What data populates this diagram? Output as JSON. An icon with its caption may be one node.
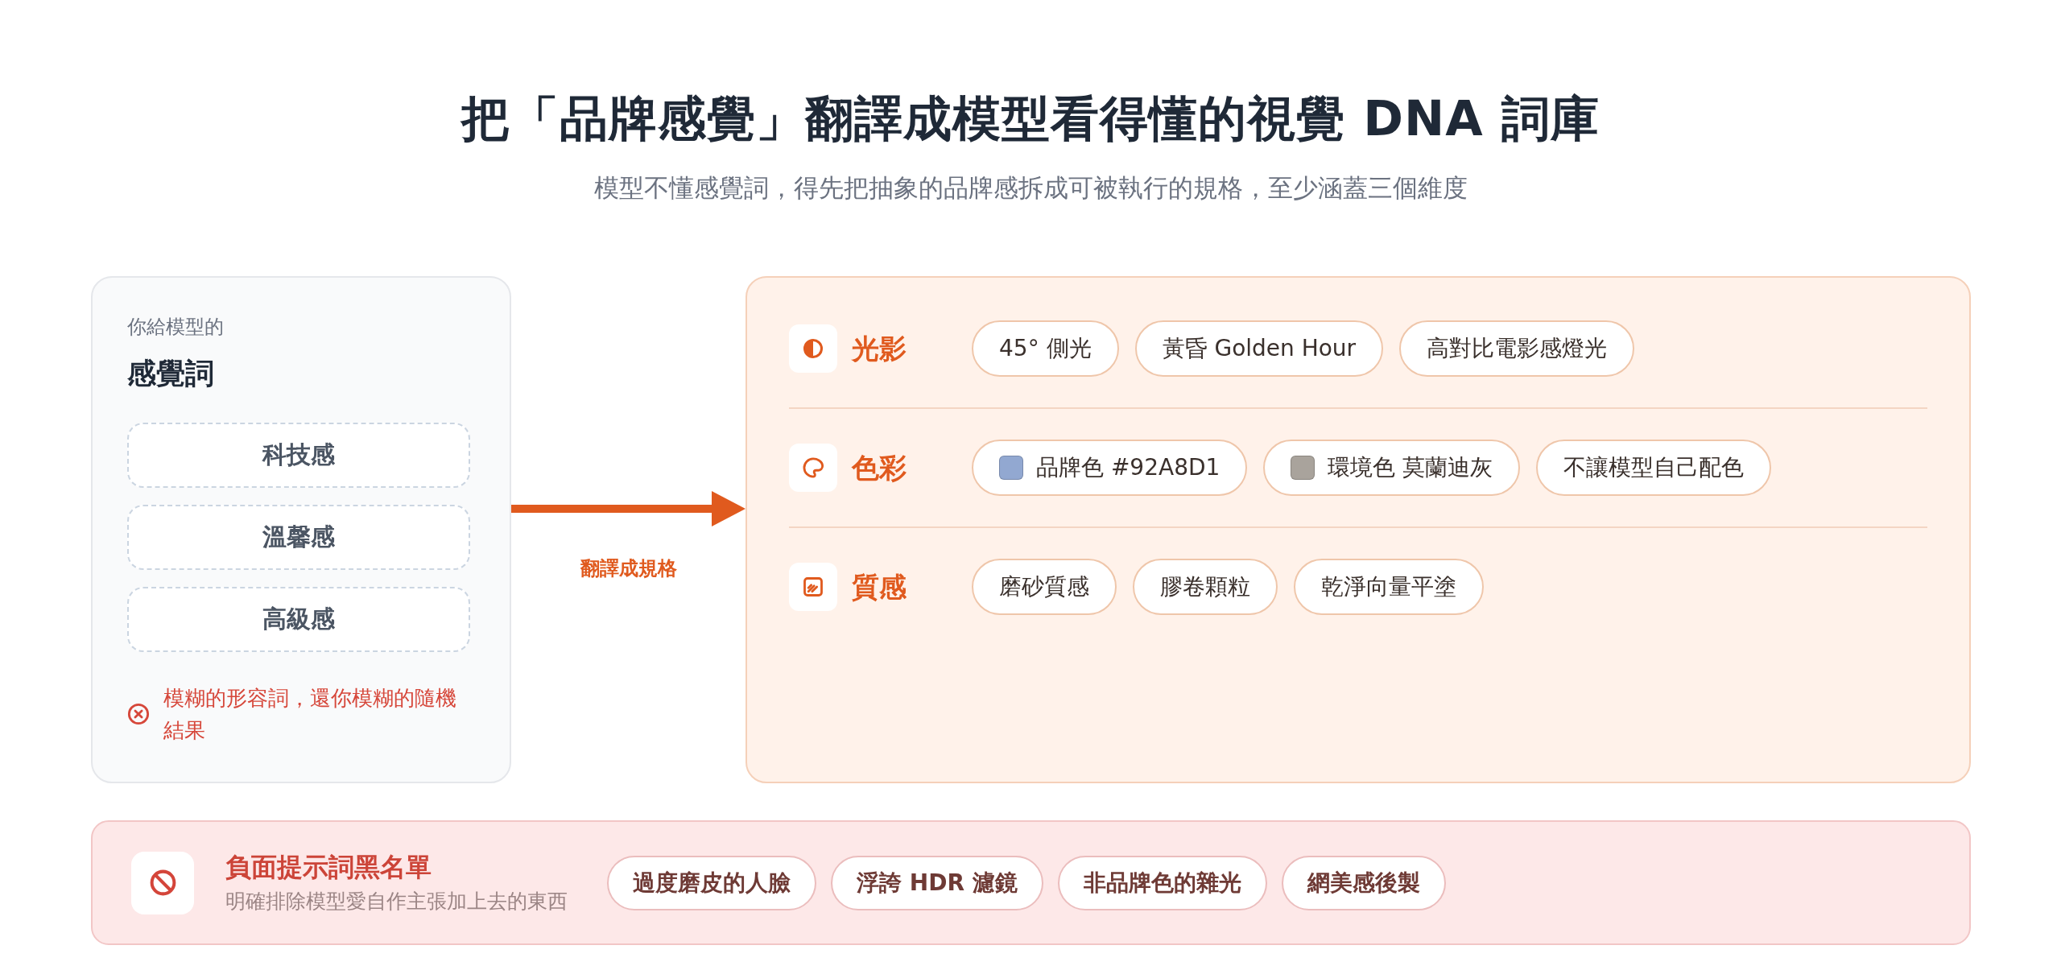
{
  "diagram": {
    "title": "把「品牌感覺」翻譯成模型看得懂的視覺 DNA 詞庫",
    "nodes": [
      {
        "text": [
          "你給模型的",
          "感覺詞",
          "模糊的形容詞，還你模糊的隨機結果"
        ]
      },
      {
        "text": [
          "科技感"
        ],
        "in": 0
      },
      {
        "text": [
          "溫馨感"
        ],
        "in": 0
      },
      {
        "text": [
          "高級感"
        ],
        "in": 0
      },
      {
        "text": [
          "光影",
          "色彩",
          "質感"
        ]
      },
      {
        "text": [
          "45° 側光"
        ],
        "in": 4
      },
      {
        "text": [
          "黃昏 Golden Hour"
        ],
        "in": 4
      },
      {
        "text": [
          "高對比電影感燈光"
        ],
        "in": 4
      },
      {
        "text": [
          "品牌色 #92A8D1"
        ],
        "in": 4
      },
      {
        "text": [
          "環境色 莫蘭迪灰"
        ],
        "in": 4
      },
      {
        "text": [
          "不讓模型自己配色"
        ],
        "in": 4
      },
      {
        "text": [
          "磨砂質感"
        ],
        "in": 4
      },
      {
        "text": [
          "膠卷顆粒"
        ],
        "in": 4
      },
      {
        "text": [
          "乾淨向量平塗"
        ],
        "in": 4
      },
      {
        "text": [
          "負面提示詞黑名單",
          "明確排除模型愛自作主張加上去的東西"
        ]
      },
      {
        "text": [
          "過度磨皮的人臉"
        ],
        "in": 14
      },
      {
        "text": [
          "浮誇 HDR 濾鏡"
        ],
        "in": 14
      },
      {
        "text": [
          "非品牌色的雜光"
        ],
        "in": 14
      },
      {
        "text": [
          "網美感後製"
        ],
        "in": 14
      }
    ],
    "edges": [
      {
        "from": 0,
        "to": 4,
        "arrow": "to",
        "label": "翻譯成規格"
      }
    ],
    "labels": [
      "模型不懂感覺詞，得先把抽象的品牌感拆成可被執行的規格，至少涵蓋三個維度"
    ]
  }
}
